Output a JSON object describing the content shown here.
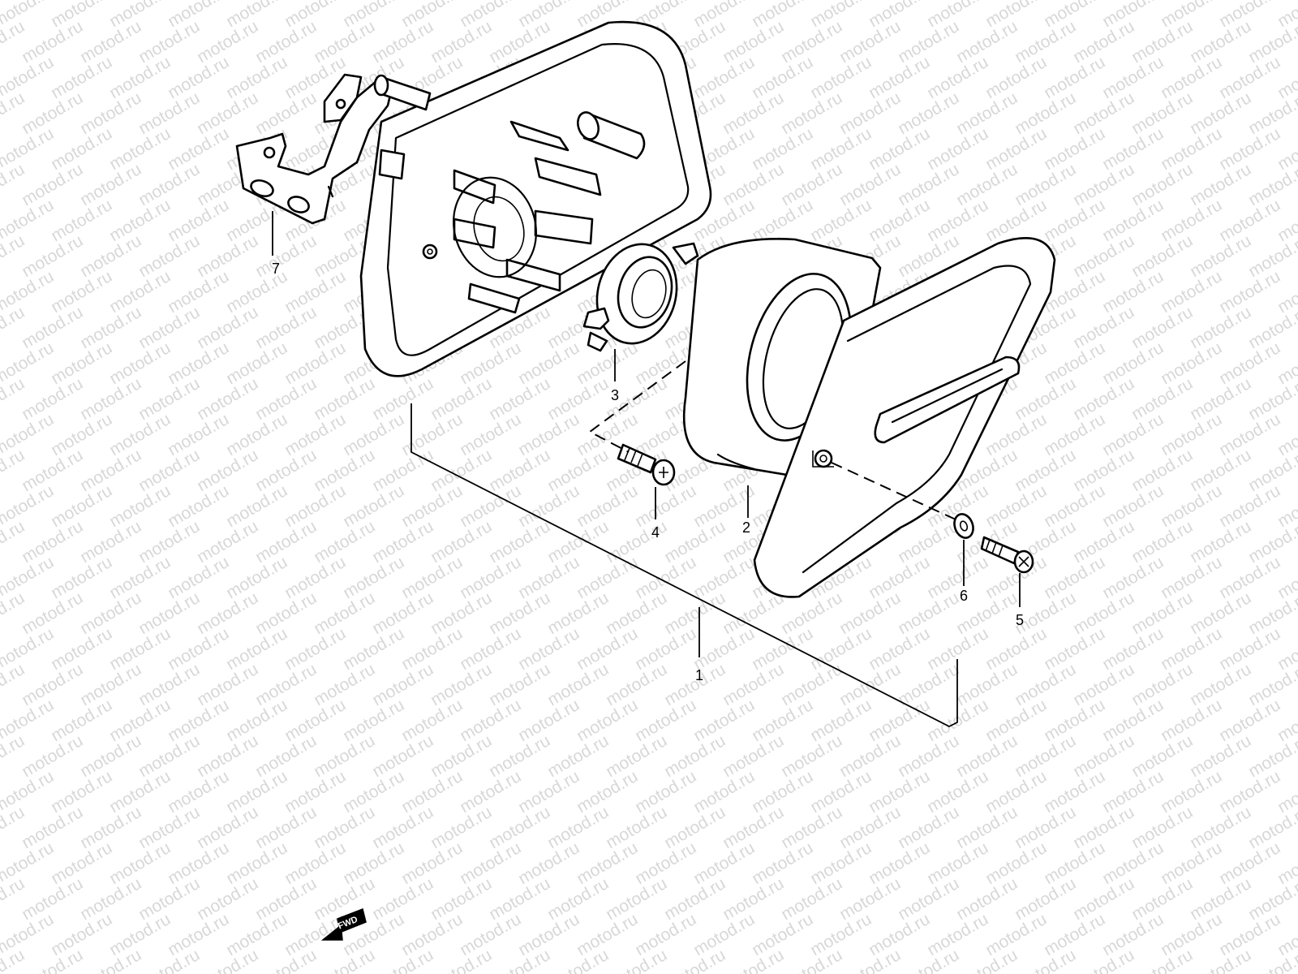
{
  "watermark": {
    "text": "motod.ru"
  },
  "callouts": [
    {
      "id": "1",
      "label": "1"
    },
    {
      "id": "2",
      "label": "2"
    },
    {
      "id": "3",
      "label": "3"
    },
    {
      "id": "4",
      "label": "4"
    },
    {
      "id": "5",
      "label": "5"
    },
    {
      "id": "6",
      "label": "6"
    },
    {
      "id": "7",
      "label": "7"
    }
  ],
  "fwd_badge": {
    "label": "FWD"
  }
}
